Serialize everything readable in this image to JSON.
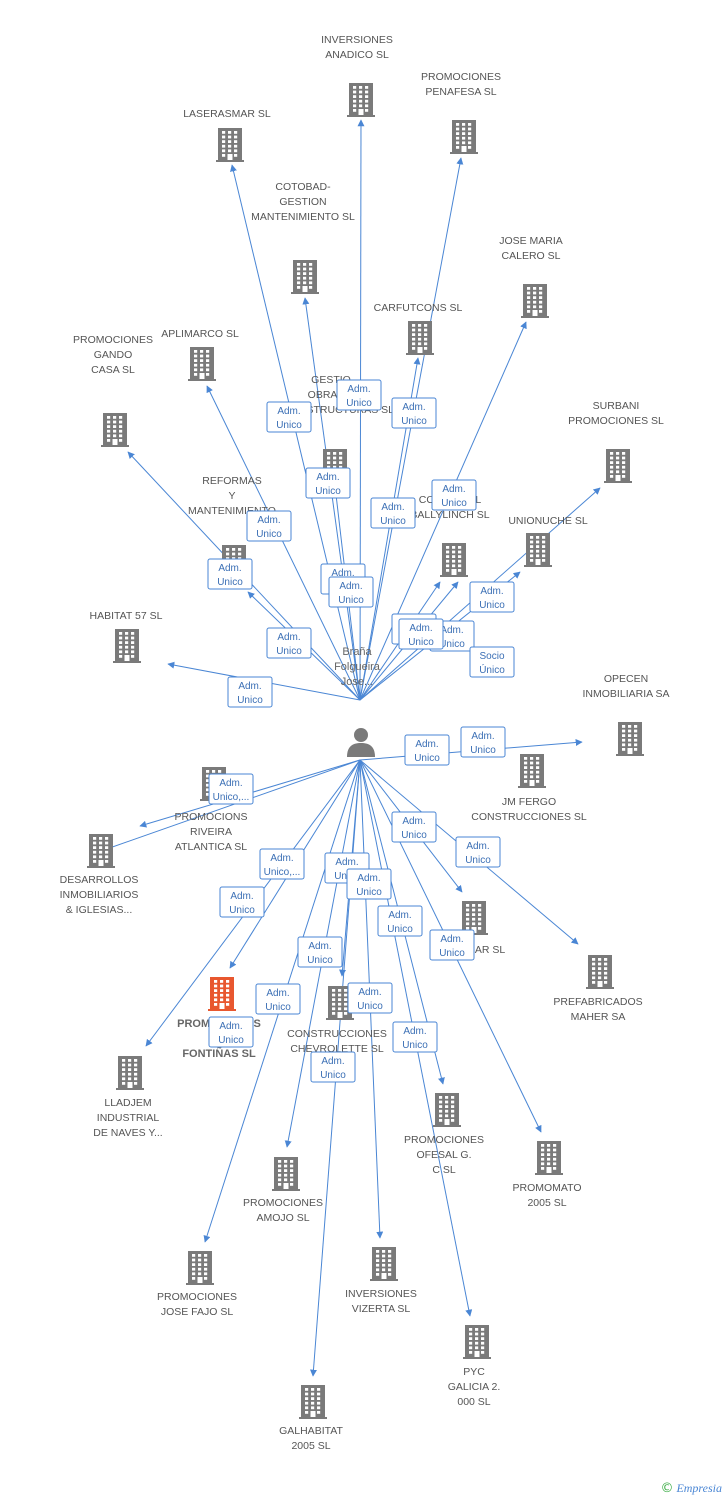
{
  "colors": {
    "edge": "#4a86d4",
    "company_icon": "#7a7a7a",
    "highlight_icon": "#e8572f",
    "person_icon": "#7a7a7a",
    "badge_text": "#3b6fb5"
  },
  "icons": {
    "company": "building-icon",
    "person": "person-icon"
  },
  "center": {
    "label_lines": [
      "Braña",
      "Folgueira",
      "Jose..."
    ]
  },
  "companies": [
    {
      "id": "inversiones-anadico",
      "label_lines": [
        "INVERSIONES",
        "ANADICO SL"
      ]
    },
    {
      "id": "laserasmar",
      "label_lines": [
        "LASERASMAR SL"
      ]
    },
    {
      "id": "promociones-penafesa",
      "label_lines": [
        "PROMOCIONES",
        "PENAFESA SL"
      ]
    },
    {
      "id": "cotobad",
      "label_lines": [
        "COTOBAD-",
        "GESTION",
        "MANTENIMIENTO SL"
      ]
    },
    {
      "id": "jose-maria-calero",
      "label_lines": [
        "JOSE MARIA",
        "CALERO SL"
      ]
    },
    {
      "id": "carfutcons",
      "label_lines": [
        "CARFUTCONS SL"
      ]
    },
    {
      "id": "aplimarco",
      "label_lines": [
        "APLIMARCO SL"
      ]
    },
    {
      "id": "promociones-gando-casa",
      "label_lines": [
        "PROMOCIONES",
        "GANDO",
        "CASA SL"
      ]
    },
    {
      "id": "gestion-obras",
      "label_lines": [
        "GESTIO",
        "OBRAS E",
        "INFRAESTRUCTURAS SL"
      ]
    },
    {
      "id": "surbani",
      "label_lines": [
        "SURBANI",
        "PROMOCIONES SL"
      ]
    },
    {
      "id": "reformas",
      "label_lines": [
        "REFORMAS",
        "Y",
        "MANTENIMIENTO"
      ]
    },
    {
      "id": "comercial-ballylinch",
      "label_lines": [
        "COMERCIAL",
        "BALLYLINCH SL"
      ]
    },
    {
      "id": "unionuche",
      "label_lines": [
        "UNIONUCHE SL"
      ]
    },
    {
      "id": "habitat-57",
      "label_lines": [
        "HABITAT 57 SL"
      ]
    },
    {
      "id": "opecen",
      "label_lines": [
        "OPECEN",
        "INMOBILIARIA SA"
      ]
    },
    {
      "id": "jm-fergo",
      "label_lines": [
        "JM FERGO",
        "CONSTRUCCIONES SL"
      ]
    },
    {
      "id": "promociones-riveira",
      "label_lines": [
        "PROMOCIONS",
        "RIVEIRA",
        "ATLANTICA SL"
      ]
    },
    {
      "id": "desarrollos",
      "label_lines": [
        "DESARROLLOS",
        "INMOBILIARIOS",
        "& IGLESIAS..."
      ]
    },
    {
      "id": "xar",
      "label_lines": [
        "AR SL"
      ]
    },
    {
      "id": "prefabricados-maher",
      "label_lines": [
        "PREFABRICADOS",
        "MAHER SA"
      ]
    },
    {
      "id": "promociones-as-fontinas",
      "label_lines": [
        "PROMOCIONES",
        "AS",
        "FONTIÑAS SL"
      ],
      "highlight": true
    },
    {
      "id": "construcciones-chevroulette",
      "label_lines": [
        "CONSTRUCCIONES",
        "CHEVROLETTE SL"
      ]
    },
    {
      "id": "lladjem",
      "label_lines": [
        "LLADJEM",
        "INDUSTRIAL",
        "DE NAVES Y..."
      ]
    },
    {
      "id": "promociones-ofesal",
      "label_lines": [
        "PROMOCIONES",
        "OFESAL G.",
        "C SL"
      ]
    },
    {
      "id": "promomato",
      "label_lines": [
        "PROMOMATO",
        "2005 SL"
      ]
    },
    {
      "id": "promociones-amojo",
      "label_lines": [
        "PROMOCIONES",
        "AMOJO SL"
      ]
    },
    {
      "id": "promociones-jose-fajo",
      "label_lines": [
        "PROMOCIONES",
        "JOSE FAJO SL"
      ]
    },
    {
      "id": "inversiones-vizerta",
      "label_lines": [
        "INVERSIONES",
        "VIZERTA SL"
      ]
    },
    {
      "id": "pyc-galicia",
      "label_lines": [
        "PYC",
        "GALICIA 2.",
        "000 SL"
      ]
    },
    {
      "id": "galhabitat",
      "label_lines": [
        "GALHABITAT",
        "2005 SL"
      ]
    }
  ],
  "edges": [
    {
      "to": "inversiones-anadico",
      "role_lines": [
        "Adm.",
        "Unico"
      ]
    },
    {
      "to": "laserasmar",
      "role_lines": [
        "Adm.",
        "Unico"
      ]
    },
    {
      "to": "promociones-penafesa",
      "role_lines": [
        "Adm.",
        "Unico"
      ]
    },
    {
      "to": "cotobad",
      "role_lines": [
        "Adm.",
        "Unico"
      ]
    },
    {
      "to": "jose-maria-calero",
      "role_lines": [
        "Adm.",
        "Unico"
      ]
    },
    {
      "to": "carfutcons",
      "role_lines": [
        "Adm.",
        "Unico"
      ]
    },
    {
      "to": "aplimarco",
      "role_lines": [
        "Adm.",
        "Unico"
      ]
    },
    {
      "to": "promociones-gando-casa",
      "role_lines": [
        "Adm.",
        "Unico"
      ]
    },
    {
      "to": "gestion-obras",
      "role_lines": [
        "Adm.",
        "Unico"
      ]
    },
    {
      "to": "surbani",
      "role_lines": [
        "Adm.",
        "Unico"
      ]
    },
    {
      "to": "reformas",
      "role_lines": [
        "Adm.",
        "Unico"
      ]
    },
    {
      "to": "comercial-ballylinch",
      "role_lines": [
        "Adm.",
        "Unico"
      ]
    },
    {
      "to": "unionuche",
      "role_lines": [
        "Adm.",
        "Unico"
      ]
    },
    {
      "to": "habitat-57",
      "role_lines": [
        "Adm.",
        "Unico"
      ]
    },
    {
      "to": "opecen",
      "role_lines": [
        "Adm.",
        "Unico"
      ]
    },
    {
      "to": "jm-fergo",
      "role_lines": [
        "Socio",
        "Único"
      ]
    },
    {
      "to": "promociones-riveira",
      "role_lines": [
        "Adm.",
        "Unico,..."
      ]
    },
    {
      "to": "desarrollos",
      "role_lines": [
        "Adm.",
        "Unico"
      ]
    },
    {
      "to": "xar",
      "role_lines": [
        "Adm.",
        "Unico"
      ]
    },
    {
      "to": "prefabricados-maher",
      "role_lines": [
        "Adm.",
        "Unico"
      ]
    },
    {
      "to": "promociones-as-fontinas",
      "role_lines": [
        "Adm.",
        "Unico,..."
      ]
    },
    {
      "to": "construcciones-chevroulette",
      "role_lines": [
        "Adm.",
        "Unico"
      ]
    },
    {
      "to": "lladjem",
      "role_lines": [
        "Adm.",
        "Unico"
      ]
    },
    {
      "to": "promociones-ofesal",
      "role_lines": [
        "Adm.",
        "Unico"
      ]
    },
    {
      "to": "promomato",
      "role_lines": [
        "Adm.",
        "Unico"
      ]
    },
    {
      "to": "promociones-amojo",
      "role_lines": [
        "Adm.",
        "Unico"
      ]
    },
    {
      "to": "promociones-jose-fajo",
      "role_lines": [
        "Adm.",
        "Unico"
      ]
    },
    {
      "to": "inversiones-vizerta",
      "role_lines": [
        "Adm.",
        "Unico"
      ]
    },
    {
      "to": "pyc-galicia",
      "role_lines": [
        "Adm.",
        "Unico"
      ]
    },
    {
      "to": "galhabitat",
      "role_lines": [
        "Adm.",
        "Unico"
      ]
    }
  ],
  "extra_badges": [
    {
      "role_lines": [
        "Adm.",
        "Unico"
      ]
    },
    {
      "role_lines": [
        "Adm.",
        "Unico"
      ]
    },
    {
      "role_lines": [
        "Adm.",
        "Unico"
      ]
    },
    {
      "role_lines": [
        "Adm.",
        "Unico"
      ]
    }
  ],
  "footer": {
    "copyright": "©",
    "brand": "Empresia"
  }
}
